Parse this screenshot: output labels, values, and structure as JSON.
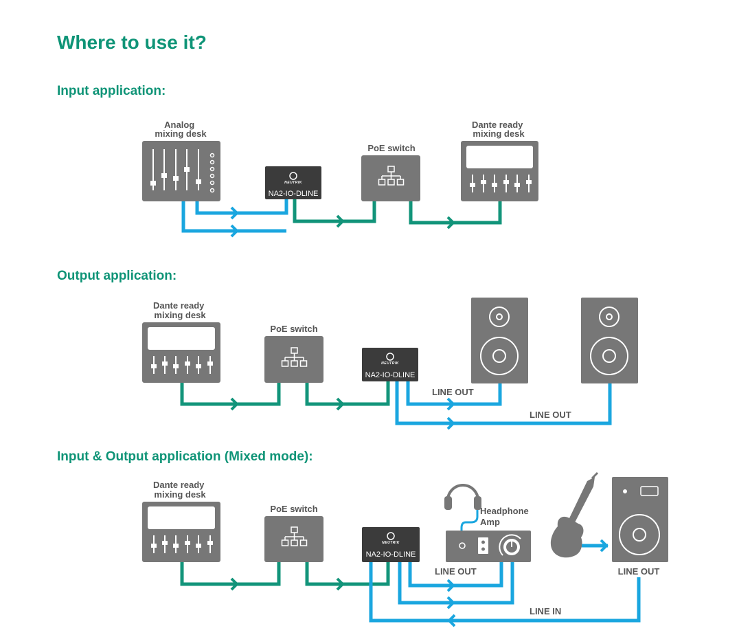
{
  "page": {
    "title": "Where to use it?"
  },
  "sections": {
    "input": {
      "heading": "Input application:",
      "analog_desk_label": [
        "Analog",
        "mixing desk"
      ],
      "poe_switch_label": "PoE switch",
      "dante_desk_label": [
        "Dante ready",
        "mixing desk"
      ],
      "device_label": "NA2-IO-DLINE"
    },
    "output": {
      "heading": "Output application:",
      "dante_desk_label": [
        "Dante ready",
        "mixing desk"
      ],
      "poe_switch_label": "PoE switch",
      "device_label": "NA2-IO-DLINE",
      "line_out_1": "LINE OUT",
      "line_out_2": "LINE OUT"
    },
    "mixed": {
      "heading": "Input & Output application (Mixed mode):",
      "dante_desk_label": [
        "Dante ready",
        "mixing desk"
      ],
      "poe_switch_label": "PoE switch",
      "device_label": "NA2-IO-DLINE",
      "headphone_amp_label": [
        "Headphone",
        "Amp"
      ],
      "line_out_1": "LINE OUT",
      "line_out_2": "LINE OUT",
      "line_in": "LINE IN"
    }
  },
  "brand": {
    "logo_text": "NEUTRIK"
  },
  "colors": {
    "heading": "#0f9477",
    "device_gray": "#777777",
    "device_dark": "#3b3b3b",
    "analog_cable": "#1aa6df",
    "network_cable": "#12947a",
    "label_text": "#555555"
  }
}
